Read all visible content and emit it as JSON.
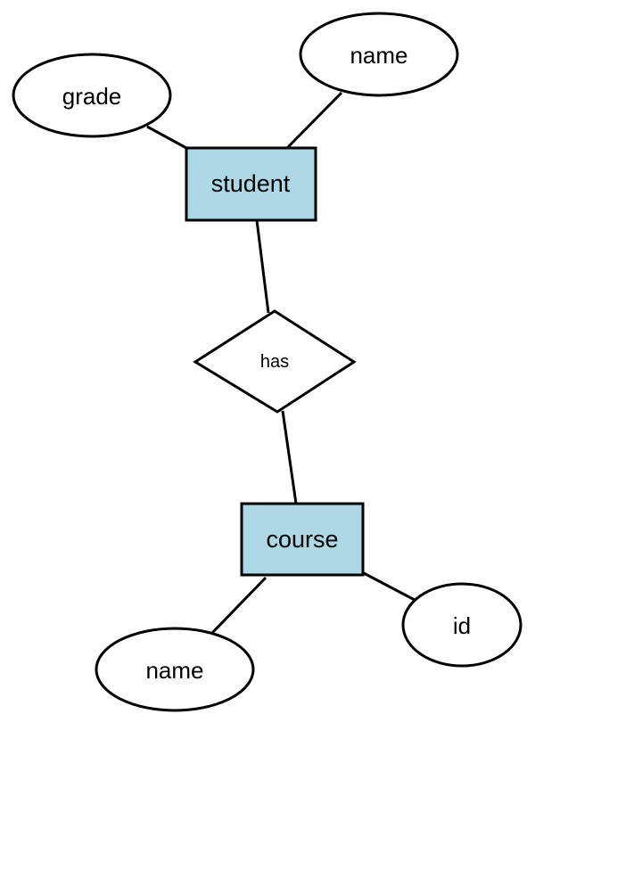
{
  "colors": {
    "entity_fill": "#add8e6",
    "attribute_fill": "#ffffff",
    "relationship_fill": "#ffffff",
    "stroke": "#000000",
    "background": "#ffffff"
  },
  "entities": {
    "student": "student",
    "course": "course"
  },
  "relationship": {
    "label": "has"
  },
  "attributes": {
    "student_grade": "grade",
    "student_name": "name",
    "course_name": "name",
    "course_id": "id"
  }
}
